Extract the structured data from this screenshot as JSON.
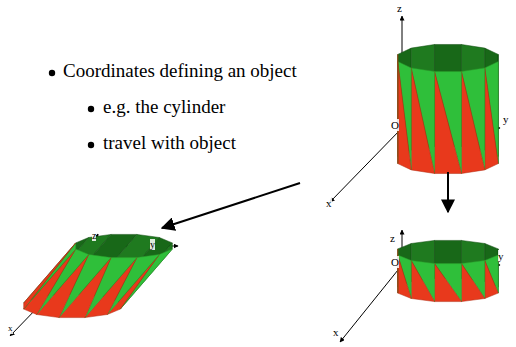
{
  "diagram": {
    "labels": [
      "Coordinates defining an object",
      "e.g. the cylinder",
      "travel with object",
      "z",
      "y",
      "O",
      "x",
      "z",
      "y",
      "O",
      "x",
      "z",
      "y",
      "x"
    ]
  }
}
